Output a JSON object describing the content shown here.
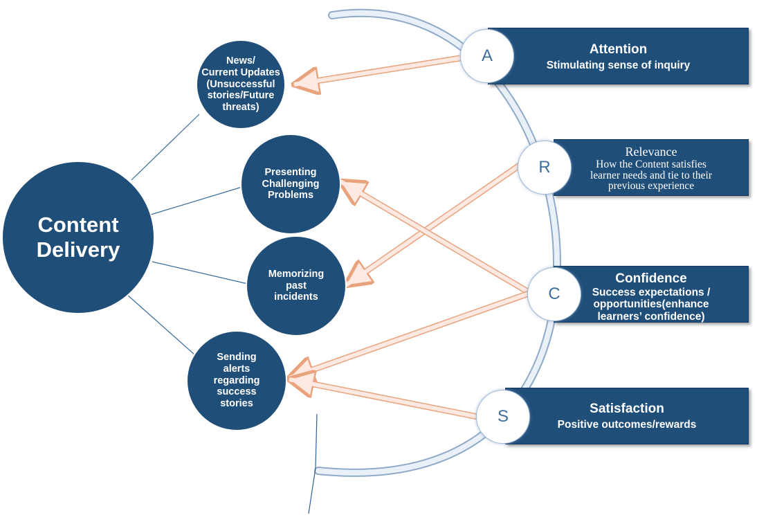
{
  "central": {
    "label": "Content\nDelivery"
  },
  "subtopics": [
    {
      "id": "news",
      "label": "News/\nCurrent Updates\n(Unsuccessful\nstories/Future\nthreats)"
    },
    {
      "id": "presenting",
      "label": "Presenting\nChallenging\nProblems"
    },
    {
      "id": "memorizing",
      "label": "Memorizing\npast\nincidents"
    },
    {
      "id": "sending",
      "label": "Sending\nalerts\nregarding\nsuccess\nstories"
    }
  ],
  "arcs": [
    {
      "letter": "A",
      "title": "Attention",
      "description": "Stimulating sense of inquiry"
    },
    {
      "letter": "R",
      "title": "Relevance",
      "description": "How the Content satisfies\nlearner needs and tie to their\nprevious experience"
    },
    {
      "letter": "C",
      "title": "Confidence",
      "description": "Success expectations /\nopportunities(enhance\nlearners’ confidence)"
    },
    {
      "letter": "S",
      "title": "Satisfaction",
      "description": "Positive outcomes/rewards"
    }
  ],
  "colors": {
    "navy": "#1f4e79",
    "arrow_fill": "#fde9e1",
    "arrow_stroke": "#e8a27c",
    "arc": "#c9d8ea"
  }
}
